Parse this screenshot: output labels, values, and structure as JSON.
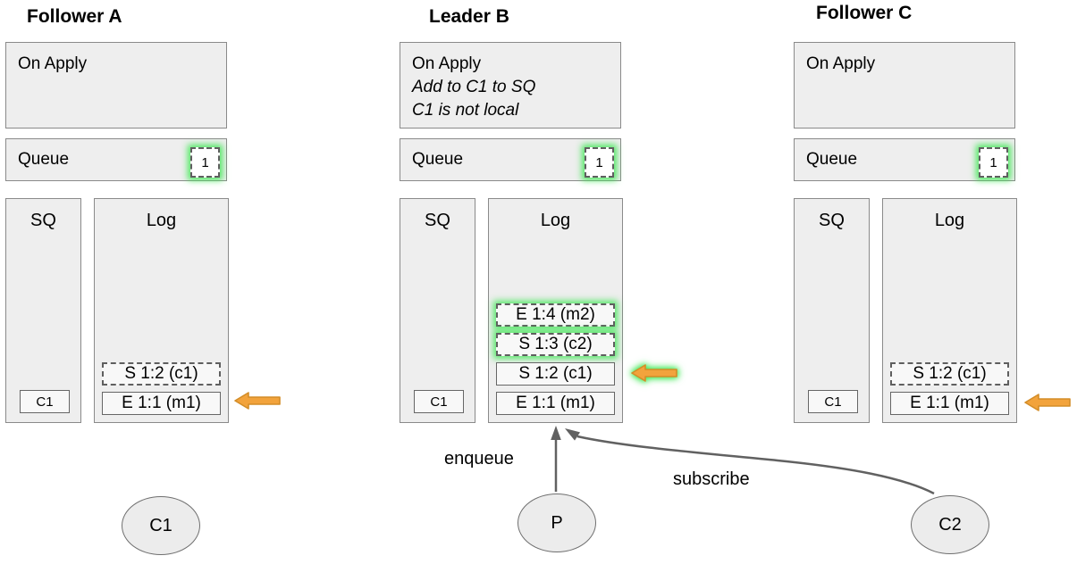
{
  "diagram": {
    "nodes": [
      {
        "title": "Follower A",
        "on_apply": {
          "title": "On Apply"
        },
        "queue": {
          "label": "Queue",
          "badge": "1"
        },
        "sq": {
          "label": "SQ",
          "entry": "C1"
        },
        "log": {
          "label": "Log",
          "entries": [
            {
              "text": "S 1:2 (c1)",
              "style": "dashed",
              "glow": false
            },
            {
              "text": "E 1:1 (m1)",
              "style": "solid",
              "glow": false
            }
          ]
        },
        "pointer": {
          "points_at": "E 1:1 (m1)",
          "glow": false
        }
      },
      {
        "title": "Leader B",
        "on_apply": {
          "title": "On Apply",
          "note1": "Add to C1 to SQ",
          "note2": "C1 is not local"
        },
        "queue": {
          "label": "Queue",
          "badge": "1"
        },
        "sq": {
          "label": "SQ",
          "entry": "C1"
        },
        "log": {
          "label": "Log",
          "entries": [
            {
              "text": "E 1:4 (m2)",
              "style": "dashed",
              "glow": true
            },
            {
              "text": "S 1:3 (c2)",
              "style": "dashed",
              "glow": true
            },
            {
              "text": "S 1:2 (c1)",
              "style": "solid",
              "glow": false
            },
            {
              "text": "E 1:1 (m1)",
              "style": "solid",
              "glow": false
            }
          ]
        },
        "pointer": {
          "points_at": "S 1:2 (c1)",
          "glow": true
        }
      },
      {
        "title": "Follower C",
        "on_apply": {
          "title": "On Apply"
        },
        "queue": {
          "label": "Queue",
          "badge": "1"
        },
        "sq": {
          "label": "SQ",
          "entry": "C1"
        },
        "log": {
          "label": "Log",
          "entries": [
            {
              "text": "S 1:2 (c1)",
              "style": "dashed",
              "glow": false
            },
            {
              "text": "E 1:1 (m1)",
              "style": "solid",
              "glow": false
            }
          ]
        },
        "pointer": {
          "points_at": "E 1:1 (m1)",
          "glow": false
        }
      }
    ],
    "actors": [
      {
        "label": "C1"
      },
      {
        "label": "P"
      },
      {
        "label": "C2"
      }
    ],
    "edges": {
      "enqueue_label": "enqueue",
      "subscribe_label": "subscribe"
    },
    "colors": {
      "glow_green": "#3ee853",
      "arrow_orange_fill": "#f2a33c",
      "arrow_orange_stroke": "#d38d28",
      "box_fill": "#eeeeee",
      "box_border": "#8a8a8a",
      "connector_gray": "#616161"
    }
  }
}
